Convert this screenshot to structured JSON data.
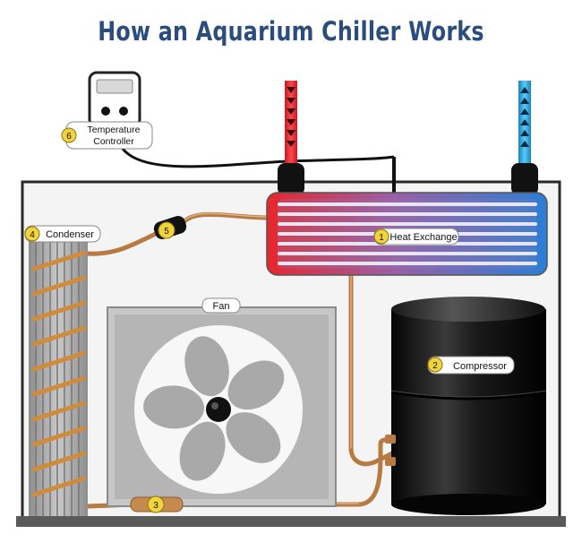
{
  "title": "How an Aquarium Chiller Works",
  "labels": [
    {
      "num": "1",
      "text": "Heat Exchange"
    },
    {
      "num": "2",
      "text": "Compressor"
    },
    {
      "num": "3",
      "text": ""
    },
    {
      "num": "4",
      "text": "Condenser"
    },
    {
      "num": "5",
      "text": ""
    },
    {
      "num": "6",
      "text": "Temperature",
      "text2": "Controller"
    }
  ],
  "fan_label": "Fan",
  "colors": {
    "title": "#2b4d7e",
    "copper": "#c8925a",
    "hot": "#e8262c",
    "cold": "#2aa7e0",
    "badge": "#f1d33b",
    "housing": "#f4f4f4",
    "compressor": "#111111"
  },
  "flow_arrows": {
    "hot": "down-arrows-icon",
    "cold": "up-arrows-icon"
  }
}
